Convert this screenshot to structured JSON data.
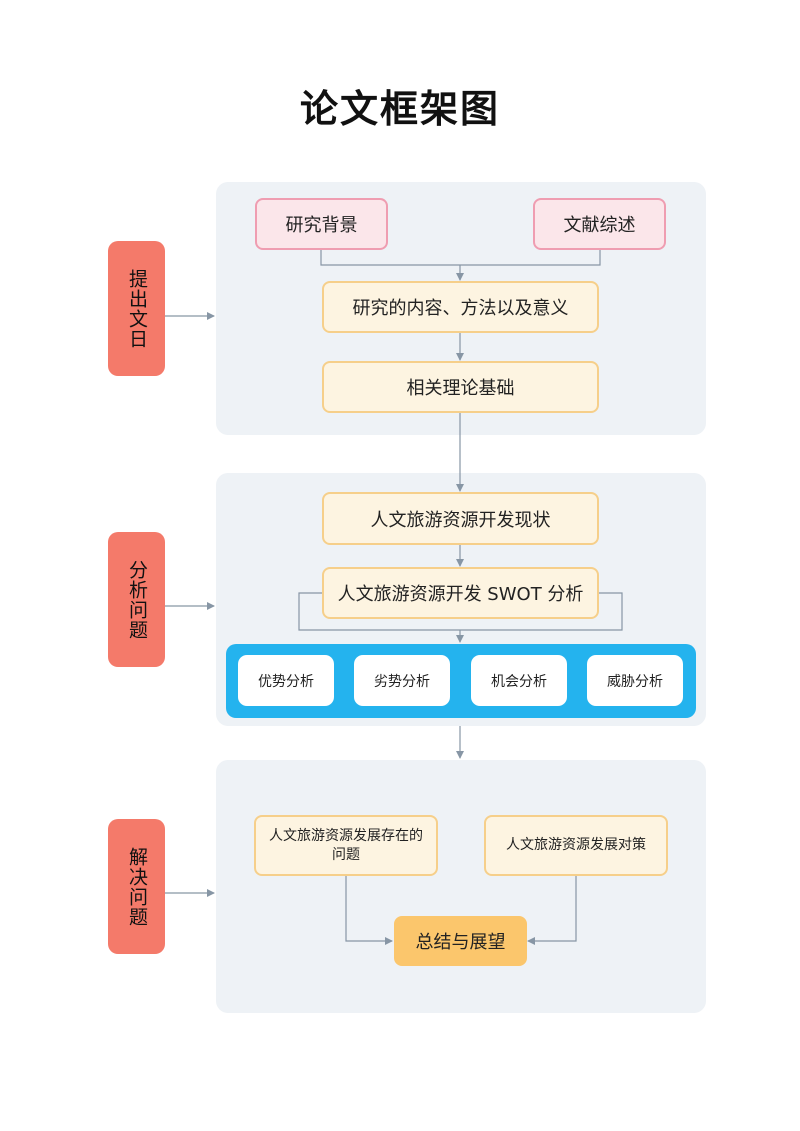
{
  "title": "论文框架图",
  "sections": {
    "s1": {
      "label": "提出文日"
    },
    "s2": {
      "label": "分析问题"
    },
    "s3": {
      "label": "解决问题"
    }
  },
  "nodes": {
    "background": "研究背景",
    "literature": "文献综述",
    "content": "研究的内容、方法以及意义",
    "theory": "相关理论基础",
    "status": "人文旅游资源开发现状",
    "swot": "人文旅游资源开发 SWOT 分析",
    "strength": "优势分析",
    "weakness": "劣势分析",
    "opportunity": "机会分析",
    "threat": "威胁分析",
    "problems": "人文旅游资源发展存在的问题",
    "countermeasures": "人文旅游资源发展对策",
    "conclusion": "总结与展望"
  },
  "colors": {
    "side": "#f47a6a",
    "panel": "#eef2f6",
    "pink_fill": "#fbe6ea",
    "pink_border": "#ef9db1",
    "cream_fill": "#fdf4e1",
    "cream_border": "#f6cf8a",
    "orange_fill": "#fbc66c",
    "blue": "#24b3ee",
    "connector": "#8796a5"
  }
}
